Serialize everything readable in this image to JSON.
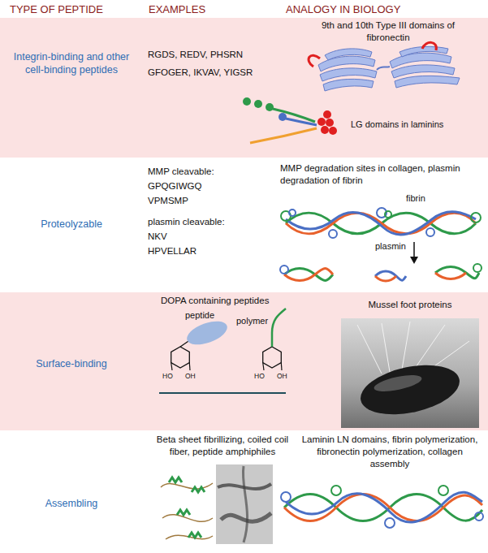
{
  "diagram": {
    "nodes": [
      {
        "text": [
          "Integrin-binding and other cell-binding peptides",
          "RGDS, REDV, PHSRN",
          "GFOGER, IKVAV, YIGSR",
          "9th and 10th Type III domains of fibronectin"
        ]
      },
      {
        "text": [
          "Proteolyzable",
          "MMP cleavable:",
          "GPQGIWGQ",
          "VPMSMP",
          "plasmin cleavable:",
          "NKV",
          "HPVELLAR",
          "MMP degradation sites in collagen, plasmin degradation of fibrin"
        ]
      },
      {
        "text": [
          "Surface-binding",
          "DOPA containing peptides",
          "Mussel foot proteins"
        ]
      },
      {
        "text": [
          "Assembling",
          "Beta sheet fibrillizing, coiled coil fiber, peptide amphiphiles",
          "Laminin LN domains, fibrin polymerization, fibronectin polymerization, collagen assembly"
        ]
      }
    ],
    "labels": [
      "TYPE OF PEPTIDE",
      "EXAMPLES",
      "ANALOGY IN BIOLOGY",
      "LG domains in laminins",
      "fibrin",
      "plasmin",
      "peptide",
      "polymer",
      "HO",
      "OH",
      "HO",
      "OH"
    ]
  }
}
